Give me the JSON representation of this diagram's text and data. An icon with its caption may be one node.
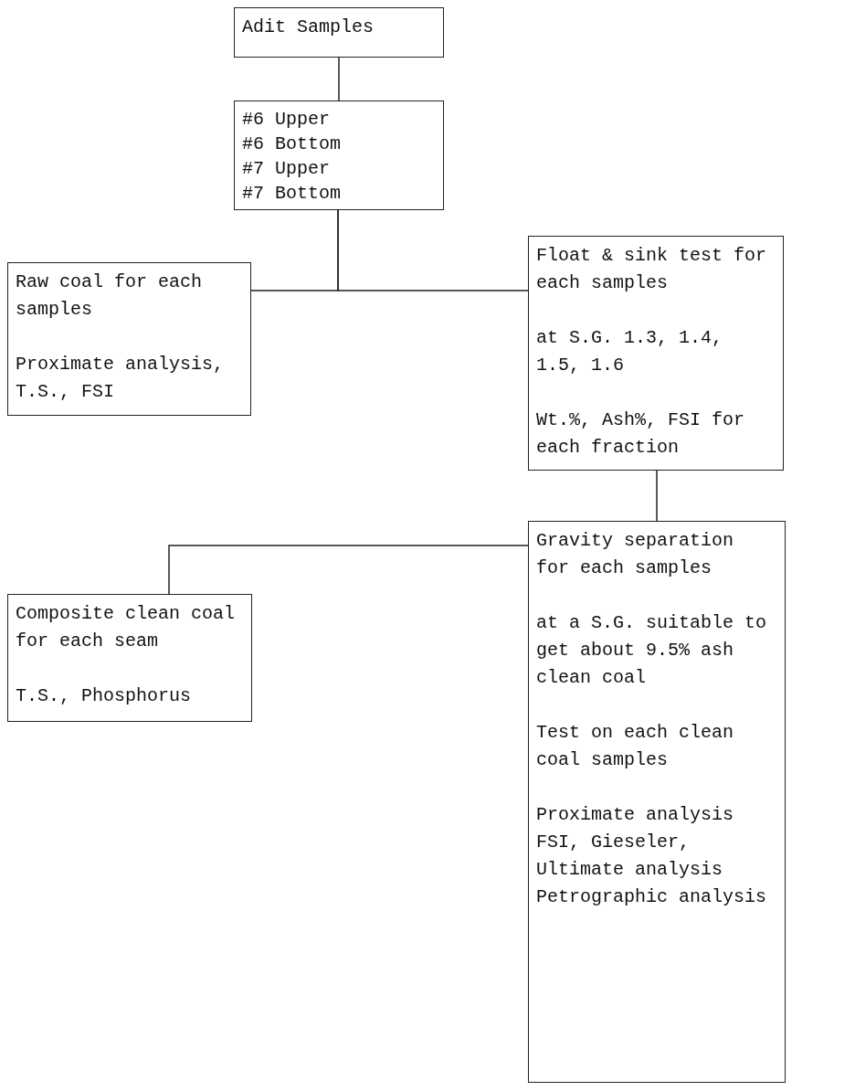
{
  "diagram": {
    "nodes": [
      {
        "text": [
          "Adit Samples"
        ]
      },
      {
        "text": [
          "#6 Upper",
          "#6 Bottom",
          "#7 Upper",
          "#7 Bottom"
        ]
      },
      {
        "text": [
          "Raw coal for each samples",
          "Proximate analysis, T.S., FSI"
        ]
      },
      {
        "text": [
          "Float & sink test for each samples",
          "at S.G. 1.3, 1.4, 1.5, 1.6",
          "Wt.%, Ash%, FSI for each fraction"
        ]
      },
      {
        "text": [
          "Gravity separation for each samples",
          "at a S.G. suitable to get about 9.5% ash clean coal",
          "Test on each clean coal samples",
          "Proximate analysis FSI, Gieseler, Ultimate analysis Petrographic analysis"
        ]
      },
      {
        "text": [
          "Composite clean coal for each seam",
          "T.S., Phosphorus"
        ]
      }
    ],
    "edges": [
      {
        "from": 0,
        "to": 1,
        "arrow": "none"
      },
      {
        "from": 1,
        "to": 2,
        "arrow": "none"
      },
      {
        "from": 1,
        "to": 3,
        "arrow": "none"
      },
      {
        "from": 3,
        "to": 4,
        "arrow": "none"
      },
      {
        "from": 4,
        "to": 5,
        "arrow": "none"
      }
    ]
  }
}
